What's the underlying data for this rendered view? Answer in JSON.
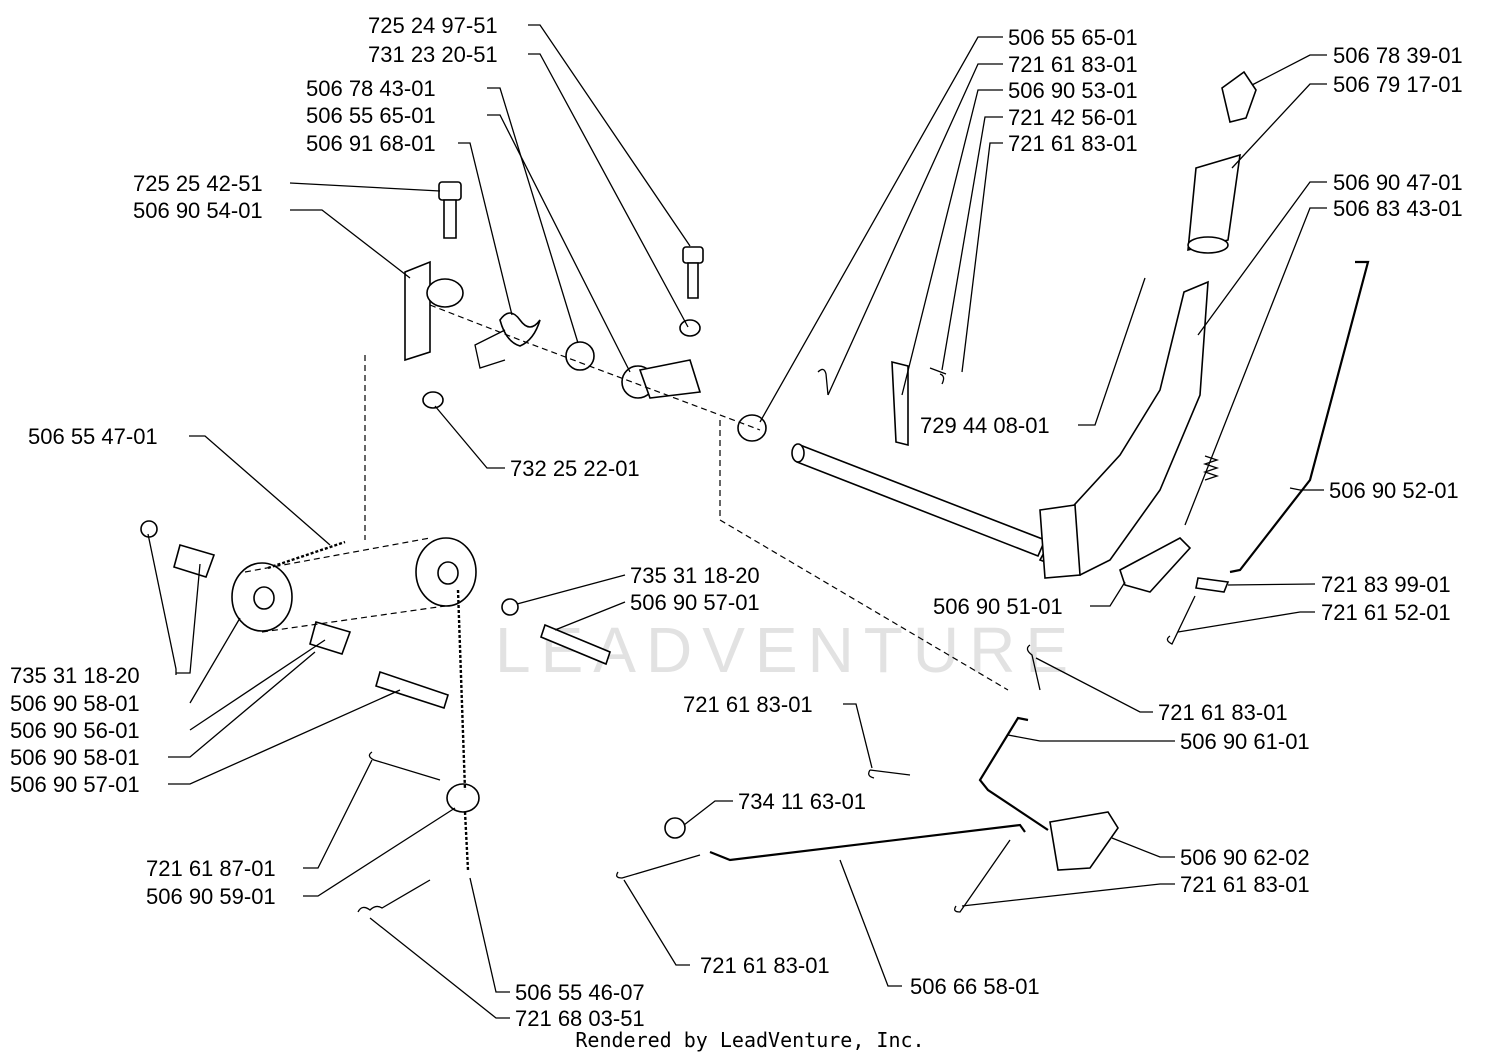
{
  "watermark": "LEADVENTURE",
  "footer": "Rendered by LeadVenture, Inc.",
  "callouts": [
    {
      "id": "c1",
      "part_number": "725 24 97-51"
    },
    {
      "id": "c2",
      "part_number": "731 23 20-51"
    },
    {
      "id": "c3",
      "part_number": "506 78 43-01"
    },
    {
      "id": "c4",
      "part_number": "506 55 65-01"
    },
    {
      "id": "c5",
      "part_number": "506 91 68-01"
    },
    {
      "id": "c6",
      "part_number": "725 25 42-51"
    },
    {
      "id": "c7",
      "part_number": "506 90 54-01"
    },
    {
      "id": "c8",
      "part_number": "732 25 22-01"
    },
    {
      "id": "c9",
      "part_number": "506 55 47-01"
    },
    {
      "id": "c10",
      "part_number": "735 31 18-20"
    },
    {
      "id": "c11",
      "part_number": "506 90 58-01"
    },
    {
      "id": "c12",
      "part_number": "506 90 56-01"
    },
    {
      "id": "c13",
      "part_number": "506 90 58-01"
    },
    {
      "id": "c14",
      "part_number": "506 90 57-01"
    },
    {
      "id": "c15",
      "part_number": "735 31 18-20"
    },
    {
      "id": "c16",
      "part_number": "506 90 57-01"
    },
    {
      "id": "c17",
      "part_number": "721 61 87-01"
    },
    {
      "id": "c18",
      "part_number": "506 90 59-01"
    },
    {
      "id": "c19",
      "part_number": "506 55 46-07"
    },
    {
      "id": "c20",
      "part_number": "721 68 03-51"
    },
    {
      "id": "c21",
      "part_number": "506 55 65-01"
    },
    {
      "id": "c22",
      "part_number": "721 61 83-01"
    },
    {
      "id": "c23",
      "part_number": "506 90 53-01"
    },
    {
      "id": "c24",
      "part_number": "721 42 56-01"
    },
    {
      "id": "c25",
      "part_number": "721 61 83-01"
    },
    {
      "id": "c26",
      "part_number": "729 44 08-01"
    },
    {
      "id": "c27",
      "part_number": "506 78 39-01"
    },
    {
      "id": "c28",
      "part_number": "506 79 17-01"
    },
    {
      "id": "c29",
      "part_number": "506 90 47-01"
    },
    {
      "id": "c30",
      "part_number": "506 83 43-01"
    },
    {
      "id": "c31",
      "part_number": "506 90 52-01"
    },
    {
      "id": "c32",
      "part_number": "721 83 99-01"
    },
    {
      "id": "c33",
      "part_number": "721 61 52-01"
    },
    {
      "id": "c34",
      "part_number": "506 90 51-01"
    },
    {
      "id": "c35",
      "part_number": "721 61 83-01"
    },
    {
      "id": "c36",
      "part_number": "506 90 61-01"
    },
    {
      "id": "c37",
      "part_number": "721 61 83-01"
    },
    {
      "id": "c38",
      "part_number": "734 11 63-01"
    },
    {
      "id": "c39",
      "part_number": "506 90 62-02"
    },
    {
      "id": "c40",
      "part_number": "721 61 83-01"
    },
    {
      "id": "c41",
      "part_number": "721 61 83-01"
    },
    {
      "id": "c42",
      "part_number": "506 66 58-01"
    }
  ]
}
